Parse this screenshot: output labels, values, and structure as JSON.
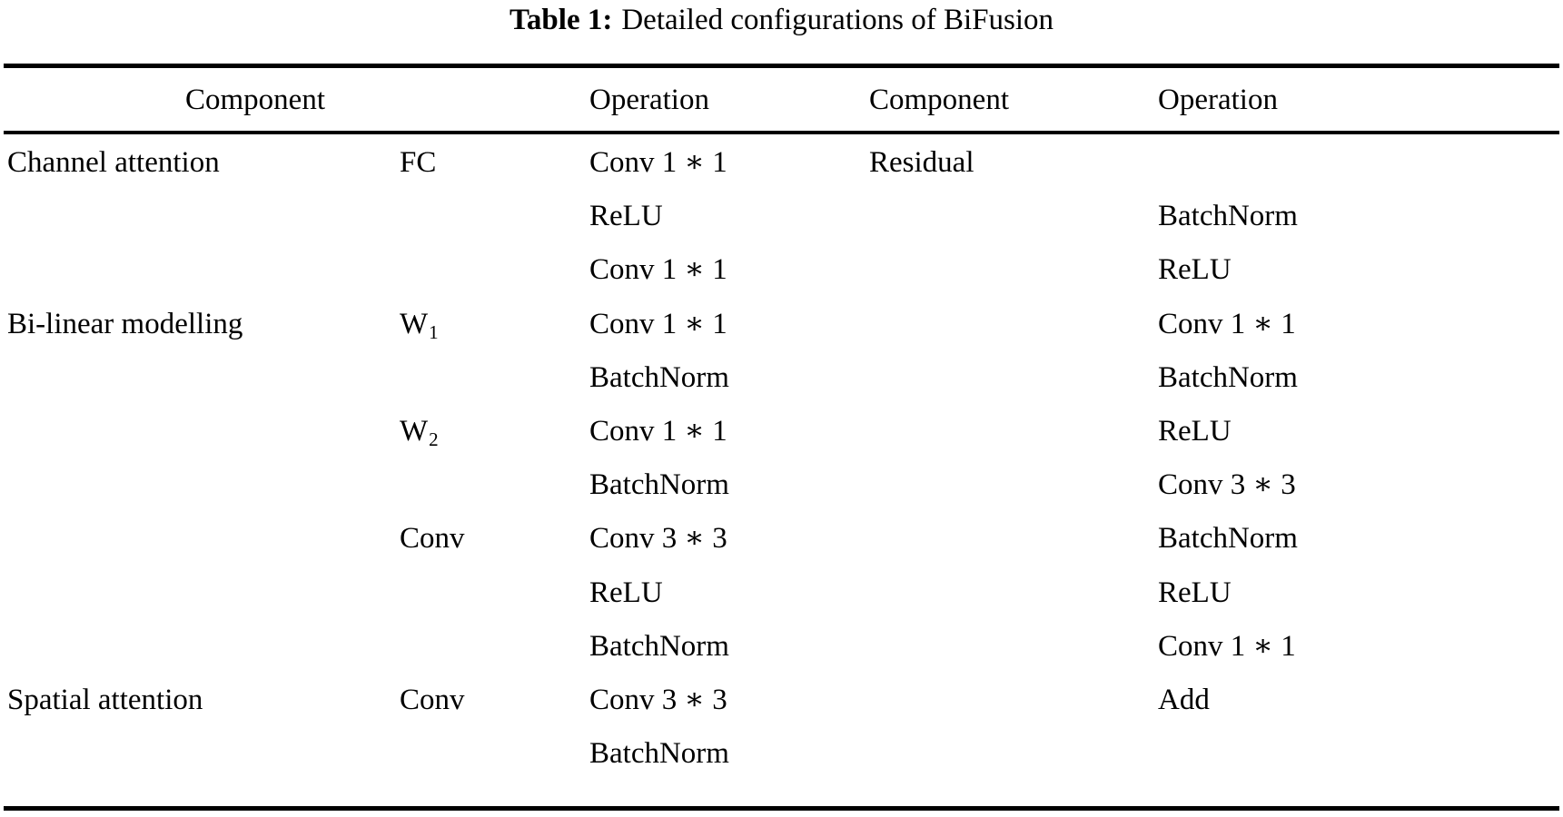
{
  "caption": {
    "label": "Table 1:",
    "text": "Detailed configurations of BiFusion"
  },
  "table": {
    "headers": {
      "component_left": "Component",
      "operation_left": "Operation",
      "component_right": "Component",
      "operation_right": "Operation"
    },
    "row_count": 12,
    "column_component_left": [
      {
        "row": 1,
        "label": "Channel attention"
      },
      {
        "row": 4,
        "label": "Bi-linear modelling"
      },
      {
        "row": 11,
        "label": "Spatial attention"
      }
    ],
    "column_subcomponent_left": [
      {
        "row": 1,
        "label": "FC",
        "sub": ""
      },
      {
        "row": 4,
        "label": "W",
        "sub": "1"
      },
      {
        "row": 6,
        "label": "W",
        "sub": "2"
      },
      {
        "row": 8,
        "label": "Conv",
        "sub": ""
      },
      {
        "row": 11,
        "label": "Conv",
        "sub": ""
      }
    ],
    "column_operation_left": [
      {
        "row": 1,
        "label": "Conv 1 ∗ 1"
      },
      {
        "row": 2,
        "label": "ReLU"
      },
      {
        "row": 3,
        "label": "Conv 1 ∗ 1"
      },
      {
        "row": 4,
        "label": "Conv 1 ∗ 1"
      },
      {
        "row": 5,
        "label": "BatchNorm"
      },
      {
        "row": 6,
        "label": "Conv 1 ∗ 1"
      },
      {
        "row": 7,
        "label": "BatchNorm"
      },
      {
        "row": 8,
        "label": "Conv 3 ∗ 3"
      },
      {
        "row": 9,
        "label": "ReLU"
      },
      {
        "row": 10,
        "label": "BatchNorm"
      },
      {
        "row": 11,
        "label": "Conv 3 ∗ 3"
      },
      {
        "row": 12,
        "label": "BatchNorm"
      }
    ],
    "column_component_right": [
      {
        "row": 1,
        "label": "Residual"
      }
    ],
    "column_operation_right": [
      {
        "row": 2,
        "label": "BatchNorm"
      },
      {
        "row": 3,
        "label": "ReLU"
      },
      {
        "row": 4,
        "label": "Conv 1 ∗ 1"
      },
      {
        "row": 5,
        "label": "BatchNorm"
      },
      {
        "row": 6,
        "label": "ReLU"
      },
      {
        "row": 7,
        "label": "Conv 3 ∗ 3"
      },
      {
        "row": 8,
        "label": "BatchNorm"
      },
      {
        "row": 9,
        "label": "ReLU"
      },
      {
        "row": 10,
        "label": "Conv 1 ∗ 1"
      },
      {
        "row": 11,
        "label": "Add"
      }
    ]
  },
  "style": {
    "text_color": "#000000",
    "background": "#ffffff",
    "rule_color": "#000000"
  }
}
